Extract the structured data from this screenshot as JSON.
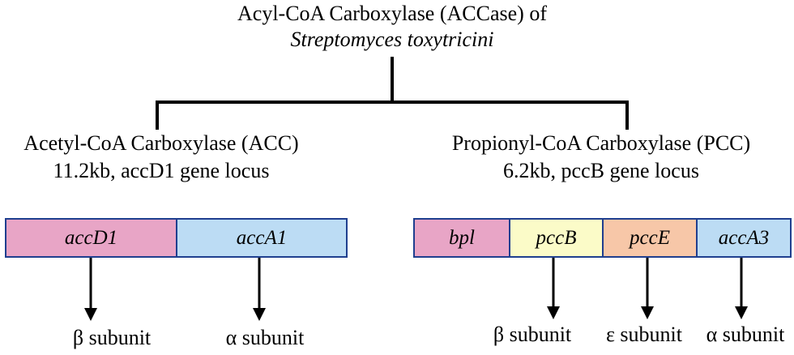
{
  "title": {
    "line1": "Acyl-CoA Carboxylase (ACCase) of",
    "line2": "Streptomyces toxytricini"
  },
  "left": {
    "name": "Acetyl-CoA Carboxylase (ACC)",
    "locus": "11.2kb, accD1 gene locus",
    "genes": [
      {
        "label": "accD1",
        "color": "#e8a5c6"
      },
      {
        "label": "accA1",
        "color": "#bcdcf4"
      }
    ],
    "subunits": [
      "β subunit",
      "α subunit"
    ]
  },
  "right": {
    "name": "Propionyl-CoA Carboxylase (PCC)",
    "locus": "6.2kb, pccB gene locus",
    "genes": [
      {
        "label": "bpl",
        "color": "#e8a5c6"
      },
      {
        "label": "pccB",
        "color": "#fbfbc8"
      },
      {
        "label": "pccE",
        "color": "#f7c7a8"
      },
      {
        "label": "accA3",
        "color": "#bcdcf4"
      }
    ],
    "subunits": [
      "β subunit",
      "ε subunit",
      "α subunit"
    ]
  },
  "colors": {
    "border": "#1f3f8f",
    "line": "#000000"
  }
}
